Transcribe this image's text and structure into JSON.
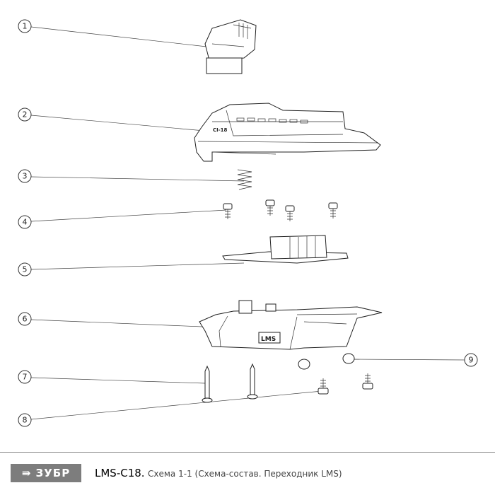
{
  "callouts": [
    "1",
    "2",
    "3",
    "4",
    "5",
    "6",
    "7",
    "8",
    "9"
  ],
  "part_markings": {
    "part2": "CI-18",
    "part6": "LMS"
  },
  "footer": {
    "logo_text": "⇛ ЗУБР",
    "model": "LMS-C18.",
    "description": "Схема 1-1 (Схема-состав. Переходник LMS)"
  }
}
